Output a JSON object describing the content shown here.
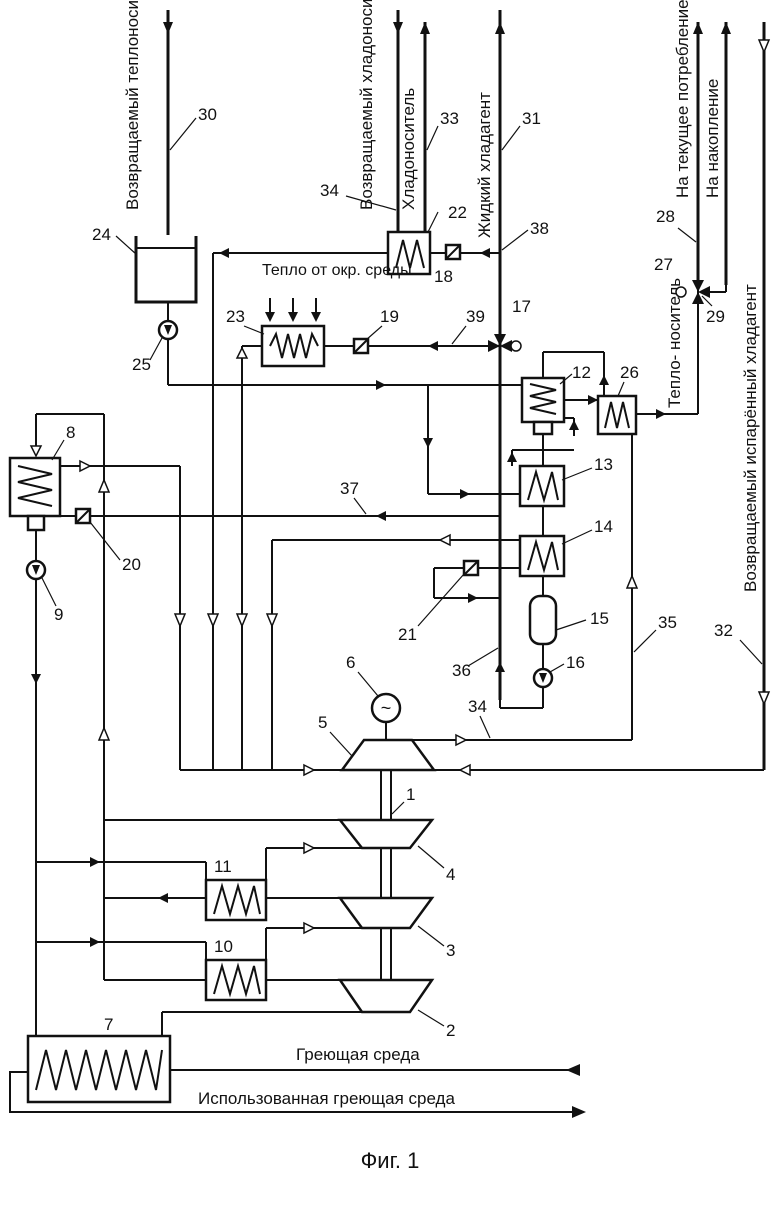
{
  "labels": {
    "returned_heat_carrier": "Возвращаемый теплоноситель",
    "returned_coolant_carrier": "Возвращаемый хладоноситель",
    "coolant_carrier": "Хладоноситель",
    "liquid_refrigerant": "Жидкий хладагент",
    "current_consumption": "На текущее потребление",
    "accumulation": "На накопление",
    "returned_evaporated_refrigerant": "Возвращаемый испарённый хладагент",
    "heat_from_environment": "Тепло от окр. среды",
    "heat_carrier": "Тепло- носитель",
    "heating_medium": "Греющая среда",
    "used_heating_medium": "Использованная греющая среда"
  },
  "numbers": [
    "1",
    "2",
    "3",
    "4",
    "5",
    "6",
    "7",
    "8",
    "9",
    "10",
    "11",
    "12",
    "13",
    "14",
    "15",
    "16",
    "17",
    "18",
    "19",
    "20",
    "21",
    "22",
    "23",
    "24",
    "25",
    "26",
    "27",
    "28",
    "29",
    "30",
    "31",
    "32",
    "33",
    "34",
    "35",
    "36",
    "37",
    "38",
    "39"
  ],
  "caption": "Фиг. 1"
}
